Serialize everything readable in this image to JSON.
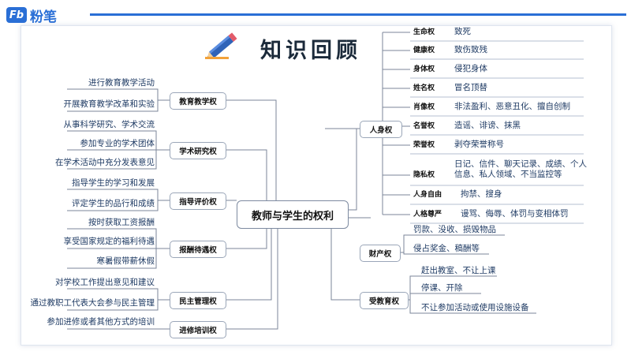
{
  "brand": {
    "mark": "Fb",
    "name": "粉笔"
  },
  "title": "知识回顾",
  "center": "教师与学生的权利",
  "teacher_rights": [
    {
      "name": "教育教学权",
      "items": [
        "进行教育教学活动",
        "开展教育教学改革和实验"
      ]
    },
    {
      "name": "学术研究权",
      "items": [
        "从事科学研究、学术交流",
        "参加专业的学术团体",
        "在学术活动中充分发表意见"
      ]
    },
    {
      "name": "指导评价权",
      "items": [
        "指导学生的学习和发展",
        "评定学生的品行和成绩"
      ]
    },
    {
      "name": "报酬待遇权",
      "items": [
        "按时获取工资报酬",
        "享受国家规定的福利待遇",
        "寒暑假带薪休假"
      ]
    },
    {
      "name": "民主管理权",
      "items": [
        "对学校工作提出意见和建议",
        "通过教职工代表大会参与民主管理"
      ]
    },
    {
      "name": "进修培训权",
      "items": [
        "参加进修或者其他方式的培训"
      ]
    }
  ],
  "student_rights": [
    {
      "name": "人身权",
      "items": [
        {
          "cat": "生命权",
          "desc": "致死"
        },
        {
          "cat": "健康权",
          "desc": "致伤致残"
        },
        {
          "cat": "身体权",
          "desc": "侵犯身体"
        },
        {
          "cat": "姓名权",
          "desc": "冒名顶替"
        },
        {
          "cat": "肖像权",
          "desc": "非法盈利、恶意丑化、擅自创制"
        },
        {
          "cat": "名誉权",
          "desc": "造谣、诽谤、抹黑"
        },
        {
          "cat": "荣誉权",
          "desc": "剥夺荣誉称号"
        },
        {
          "cat": "隐私权",
          "desc": "日记、信件、聊天记录、成绩、个人信息、私人领域、不当监控等"
        },
        {
          "cat": "人身自由",
          "desc": "拘禁、搜身"
        },
        {
          "cat": "人格尊严",
          "desc": "谩骂、侮辱、体罚与变相体罚"
        }
      ]
    },
    {
      "name": "财产权",
      "items": [
        "罚款、没收、损毁物品",
        "侵占奖金、稿酬等"
      ]
    },
    {
      "name": "受教育权",
      "items": [
        "赶出教室、不让上课",
        "停课、开除",
        "不让参加活动或使用设施设备"
      ]
    }
  ]
}
